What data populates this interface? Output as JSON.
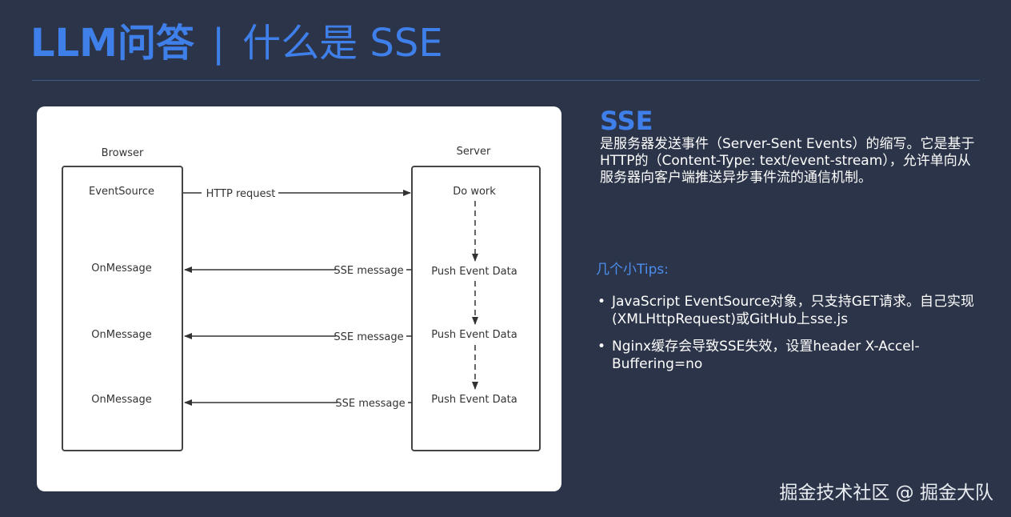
{
  "title": {
    "main": "LLM问答",
    "separator": "|",
    "sub": "什么是 SSE"
  },
  "diagram": {
    "browser_label": "Browser",
    "server_label": "Server",
    "event_source": "EventSource",
    "http_request": "HTTP request",
    "do_work": "Do work",
    "push_event": "Push Event Data",
    "on_message": "OnMessage",
    "sse_message": "SSE message"
  },
  "side": {
    "heading": "SSE",
    "description": "是服务器发送事件（Server-Sent Events）的缩写。它是基于HTTP的（Content-Type: text/event-stream），允许单向从服务器向客户端推送异步事件流的通信机制。",
    "tips_heading": "几个小Tips:",
    "tips": [
      "JavaScript EventSource对象，只支持GET请求。自己实现(XMLHttpRequest)或GitHub上sse.js",
      "Nginx缓存会导致SSE失效，设置header X-Accel-Buffering=no"
    ]
  },
  "watermark": "掘金技术社区 @ 掘金大队"
}
